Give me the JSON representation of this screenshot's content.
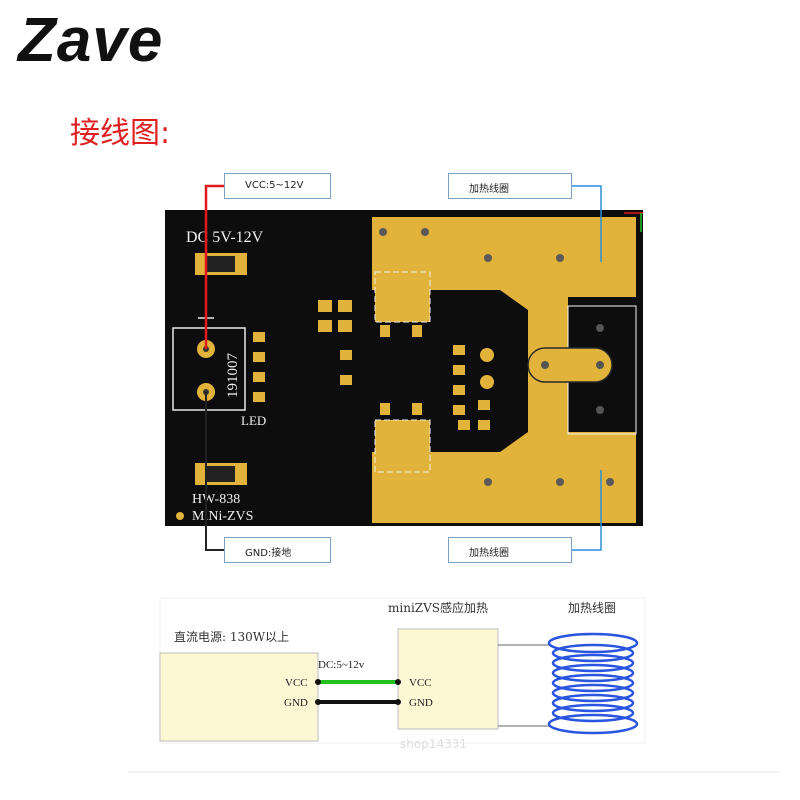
{
  "header": {
    "brand": "Zave",
    "subtitle": "接线图:"
  },
  "board": {
    "silk_top": "DC 5V-12V",
    "silk_code": "191007",
    "silk_led": "LED",
    "silk_model": "HW-838",
    "silk_name": "MiNi-ZVS"
  },
  "callouts": {
    "vcc": "VCC:5~12V",
    "gnd": "GND:接地",
    "coil_top": "加热线圈",
    "coil_bottom": "加热线圈"
  },
  "schematic": {
    "psu_title": "直流电源: 130W以上",
    "module_title": "miniZVS感应加热",
    "coil_title": "加热线圈",
    "vcc_left": "VCC",
    "gnd_left": "GND",
    "vcc_right": "VCC",
    "gnd_right": "GND",
    "dc_label": "DC:5~12v",
    "watermark": "shop14331"
  },
  "colors": {
    "board": "#0d0d0d",
    "copper": "#e2b33a",
    "red_wire": "#e01a1a",
    "blue_leader": "#2d8fd5",
    "green_wire": "#22c01e",
    "coil": "#2a55e0",
    "box_fill": "#fdf8d4"
  }
}
